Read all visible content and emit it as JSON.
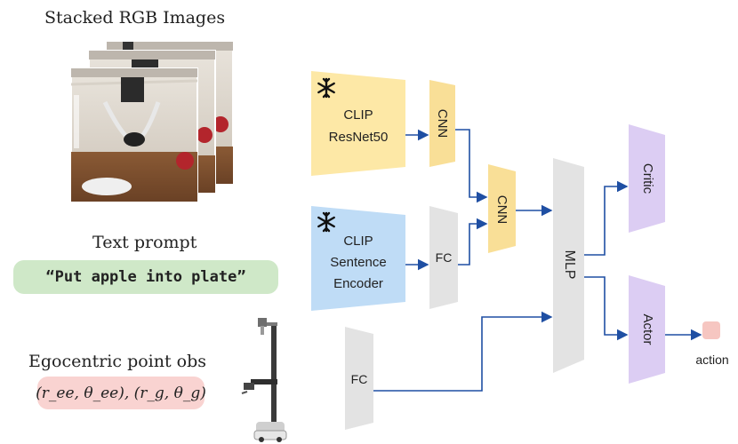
{
  "left": {
    "images_title": "Stacked RGB Images",
    "text_title": "Text prompt",
    "prompt": "“Put apple into plate”",
    "ego_title": "Egocentric point obs",
    "ego_formula": "(r_ee, θ_ee), (r_g, θ_g)"
  },
  "blocks": {
    "clip_resnet_line1": "CLIP",
    "clip_resnet_line2": "ResNet50",
    "cnn_top": "CNN",
    "cnn_mid": "CNN",
    "clip_sent_line1": "CLIP",
    "clip_sent_line2": "Sentence",
    "clip_sent_line3": "Encoder",
    "fc_text": "FC",
    "mlp": "MLP",
    "critic": "Critic",
    "actor": "Actor",
    "fc_ego": "FC",
    "action": "action"
  },
  "colors": {
    "clip_resnet": "#fde8a6",
    "cnn": "#f9df97",
    "clip_sentence": "#bfdcf6",
    "gray_block": "#e3e3e3",
    "critic_actor": "#dccdf3",
    "arrow": "#1f4fa3",
    "action_box": "#f6c6c1",
    "prompt_bg": "#cfe8c8",
    "ego_bg": "#f9d3d1"
  },
  "icons": {
    "frozen": "snowflake-icon"
  }
}
